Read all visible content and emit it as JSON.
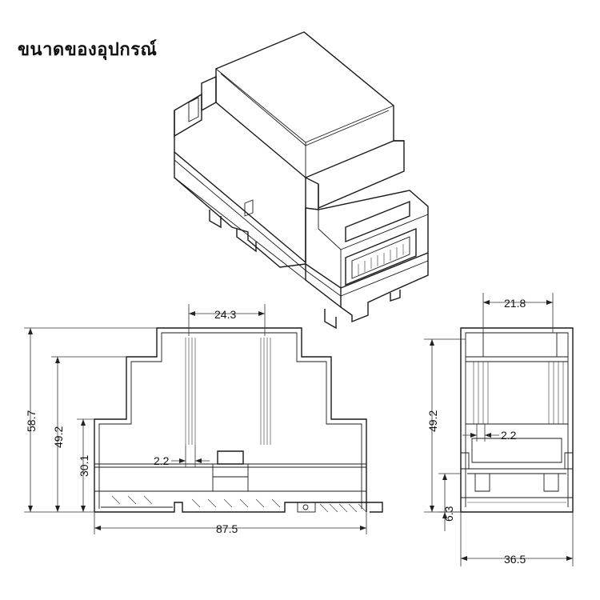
{
  "title": "ขนาดของอุปกรณ์",
  "front_view": {
    "dims": {
      "top_width": "24.3",
      "height_total": "58.7",
      "height_mid": "49.2",
      "height_low": "30.1",
      "gap": "2.2",
      "width_total": "87.5"
    }
  },
  "side_view": {
    "dims": {
      "top_width": "21.8",
      "height": "49.2",
      "gap": "2.2",
      "base_height": "6.3",
      "width_total": "36.5"
    }
  }
}
